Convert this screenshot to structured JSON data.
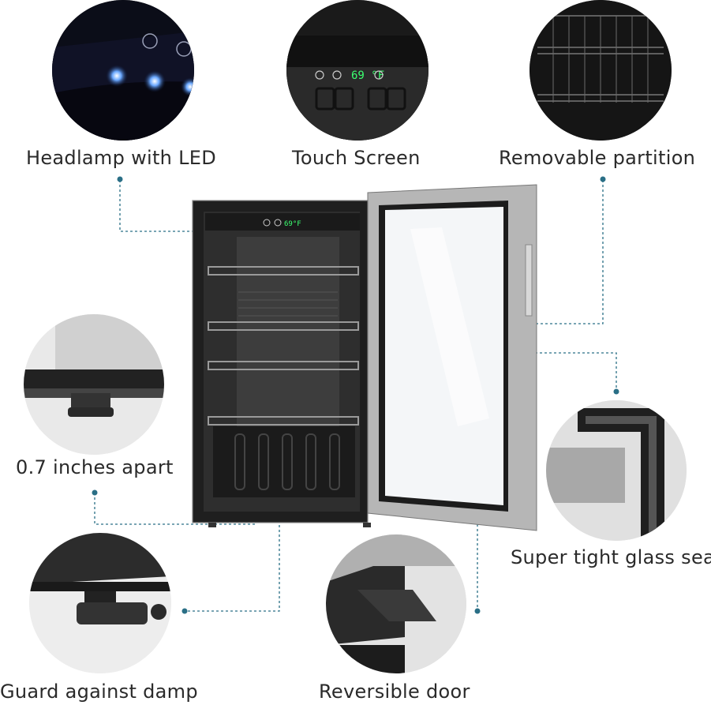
{
  "features": {
    "headlamp": {
      "label": "Headlamp with LED",
      "icon": "led-lamp-icon"
    },
    "touch_screen": {
      "label": "Touch Screen",
      "display_value": "69",
      "unit": "°F",
      "icon": "touch-panel-icon"
    },
    "partition": {
      "label": "Removable partition",
      "icon": "shelf-icon"
    },
    "apart": {
      "label": "0.7 inches apart",
      "icon": "foot-icon"
    },
    "seal": {
      "label": "Super tight glass seal",
      "icon": "door-seal-icon"
    },
    "damp": {
      "label": "Guard against damp",
      "icon": "leveling-foot-icon"
    },
    "reversible": {
      "label": "Reversible door",
      "icon": "hinge-icon"
    }
  },
  "fridge_panel": {
    "display_value": "69",
    "unit": "°F"
  },
  "colors": {
    "leader": "#2a6f86",
    "frame": "#1f1f1f",
    "steel": "#9a9a9a"
  }
}
